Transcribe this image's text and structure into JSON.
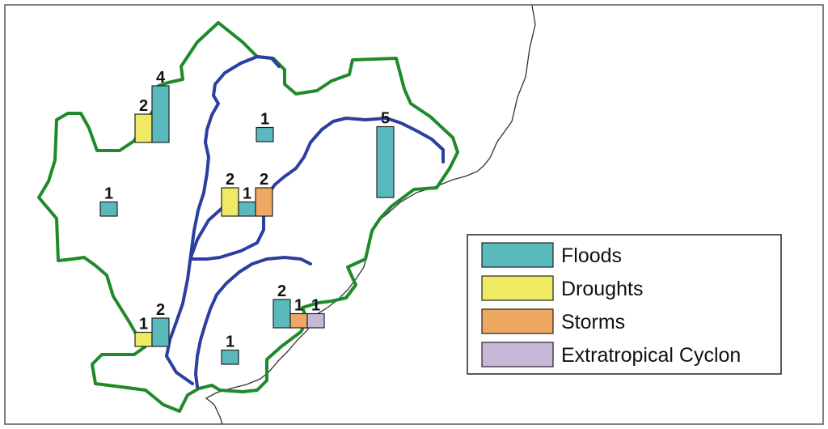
{
  "colors": {
    "boundary": "#1f8a2a",
    "river": "#2c3e9f",
    "coastline": "#333333",
    "frame": "#555555",
    "floods": "#5ab9bd",
    "droughts": "#eeea63",
    "storms": "#eea862",
    "extratropical_cyclone": "#c6b7d7"
  },
  "legend": {
    "items": [
      {
        "key": "floods",
        "label": "Floods"
      },
      {
        "key": "droughts",
        "label": "Droughts"
      },
      {
        "key": "storms",
        "label": "Storms"
      },
      {
        "key": "extratropical_cyclone",
        "label": "Extratropical Cyclon"
      }
    ]
  },
  "sites": [
    {
      "id": "northwest",
      "bars": [
        {
          "type": "droughts",
          "count": 2
        },
        {
          "type": "floods",
          "count": 4
        }
      ]
    },
    {
      "id": "north-central",
      "bars": [
        {
          "type": "floods",
          "count": 1
        }
      ]
    },
    {
      "id": "west",
      "bars": [
        {
          "type": "floods",
          "count": 1
        }
      ]
    },
    {
      "id": "center",
      "bars": [
        {
          "type": "droughts",
          "count": 2
        },
        {
          "type": "floods",
          "count": 1
        },
        {
          "type": "storms",
          "count": 2
        }
      ]
    },
    {
      "id": "east",
      "bars": [
        {
          "type": "floods",
          "count": 5
        }
      ]
    },
    {
      "id": "southwest",
      "bars": [
        {
          "type": "droughts",
          "count": 1
        },
        {
          "type": "floods",
          "count": 2
        }
      ]
    },
    {
      "id": "south-central",
      "bars": [
        {
          "type": "floods",
          "count": 1
        }
      ]
    },
    {
      "id": "southeast",
      "bars": [
        {
          "type": "floods",
          "count": 2
        },
        {
          "type": "storms",
          "count": 1
        },
        {
          "type": "extratropical_cyclone",
          "count": 1
        }
      ]
    }
  ]
}
